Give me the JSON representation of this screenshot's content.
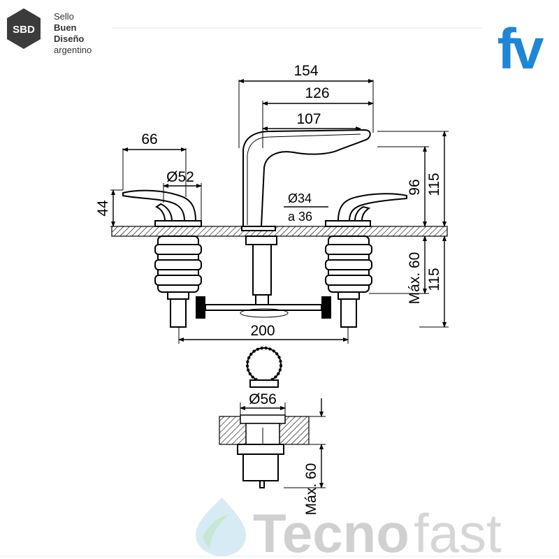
{
  "branding": {
    "badge_text": "SBD",
    "badge_lines": [
      "Sello",
      "Buen",
      "Diseño",
      "argentino"
    ],
    "fv_logo": "fv",
    "footer_logo_left": "Tecno",
    "footer_logo_right": "fast",
    "colors": {
      "badge": "#3b3b3b",
      "fv_blue": "#1f86d6",
      "footer_grey": "#c8c8c8",
      "footer_green": "#b9dfc9",
      "footer_blue": "#9fd1ea"
    }
  },
  "dimensions": {
    "spout_reach_outer": "154",
    "spout_reach_mid": "126",
    "spout_reach_inner": "107",
    "handle_reach": "66",
    "handle_diameter": "Ø52",
    "handle_height": "44",
    "hole_diameter_line1": "Ø34",
    "hole_diameter_line2": "a 36",
    "spout_height_96": "96",
    "spout_height_115": "115",
    "below_deck_115": "115",
    "below_deck_max": "Máx. 60",
    "center_spacing": "200",
    "drain_diameter": "Ø56",
    "drain_max": "Máx. 60"
  }
}
